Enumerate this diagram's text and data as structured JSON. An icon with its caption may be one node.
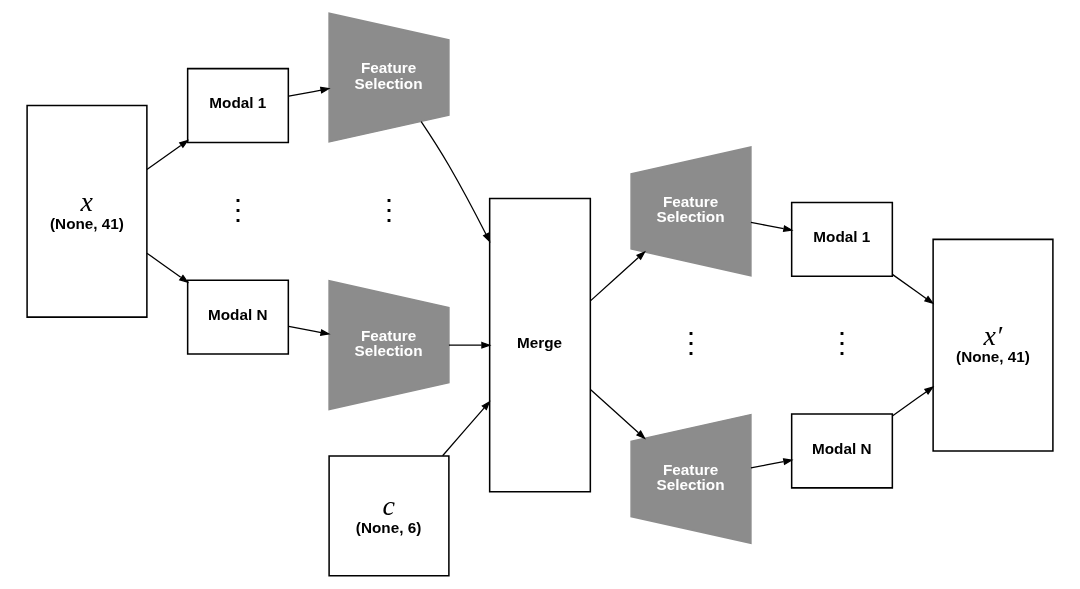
{
  "diagram": {
    "nodes": [
      {
        "text": [
          "x",
          "(None, 41)"
        ]
      },
      {
        "text": [
          "Modal 1"
        ]
      },
      {
        "text": [
          "Feature Selection"
        ]
      },
      {
        "text": [
          "Modal N"
        ]
      },
      {
        "text": [
          "Feature Selection"
        ]
      },
      {
        "text": [
          "Merge"
        ]
      },
      {
        "text": [
          "Feature Selection"
        ]
      },
      {
        "text": [
          "Modal 1"
        ]
      },
      {
        "text": [
          "Feature Selection"
        ]
      },
      {
        "text": [
          "Modal N"
        ]
      },
      {
        "text": [
          "x′",
          "(None, 41)"
        ]
      },
      {
        "text": [
          "c",
          "(None, 6)"
        ]
      }
    ],
    "edges": [
      {
        "from": 0,
        "to": 1,
        "arrow": "to"
      },
      {
        "from": 1,
        "to": 2,
        "arrow": "to"
      },
      {
        "from": 2,
        "to": 5,
        "arrow": "to"
      },
      {
        "from": 0,
        "to": 3,
        "arrow": "to"
      },
      {
        "from": 3,
        "to": 4,
        "arrow": "to"
      },
      {
        "from": 4,
        "to": 5,
        "arrow": "to"
      },
      {
        "from": 5,
        "to": 6,
        "arrow": "to"
      },
      {
        "from": 6,
        "to": 7,
        "arrow": "to"
      },
      {
        "from": 7,
        "to": 10,
        "arrow": "to"
      },
      {
        "from": 5,
        "to": 8,
        "arrow": "to"
      },
      {
        "from": 8,
        "to": 9,
        "arrow": "to"
      },
      {
        "from": 9,
        "to": 10,
        "arrow": "to"
      },
      {
        "from": 11,
        "to": 5,
        "arrow": "to"
      }
    ],
    "labels": [
      "⋮",
      "⋮",
      "⋮",
      "⋮"
    ]
  }
}
